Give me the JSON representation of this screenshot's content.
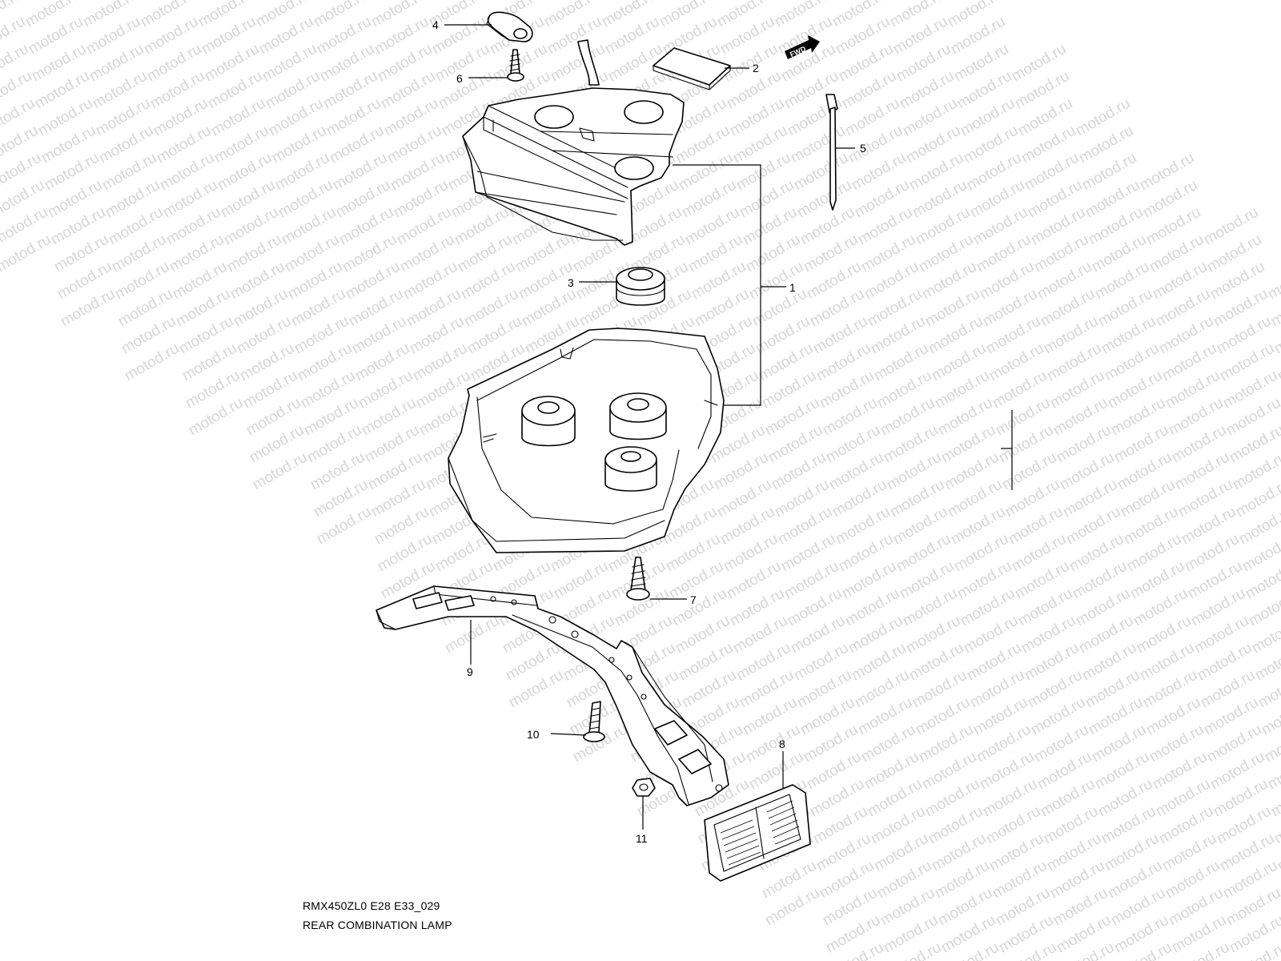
{
  "diagram": {
    "model_code": "RMX450ZL0 E28 E33_029",
    "title": "REAR COMBINATION LAMP",
    "fwd_label": "FWD",
    "watermark": "motod.ru",
    "callouts": [
      "1",
      "2",
      "3",
      "4",
      "5",
      "6",
      "7",
      "8",
      "9",
      "10",
      "11"
    ]
  }
}
